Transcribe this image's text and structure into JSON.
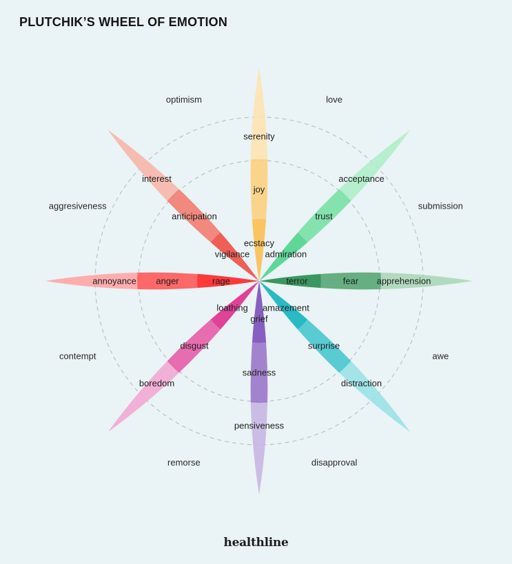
{
  "title": "PLUTCHIK’S WHEEL OF EMOTION",
  "brand": "healthline",
  "petals": [
    {
      "name": "joy",
      "angle": 0,
      "rings": [
        "ecstacy",
        "joy",
        "serenity"
      ],
      "colors": [
        "#fdbd4e",
        "#fdd07e",
        "#fee3b0"
      ]
    },
    {
      "name": "trust",
      "angle": 45,
      "rings": [
        "admiration",
        "trust",
        "acceptance"
      ],
      "colors": [
        "#4cd48a",
        "#76e0a6",
        "#aeeec9"
      ]
    },
    {
      "name": "fear",
      "angle": 90,
      "rings": [
        "terror",
        "fear",
        "apprehension"
      ],
      "colors": [
        "#218a4c",
        "#53a572",
        "#a9d7b8"
      ]
    },
    {
      "name": "surprise",
      "angle": 135,
      "rings": [
        "amazement",
        "surprise",
        "distraction"
      ],
      "colors": [
        "#0fb2bd",
        "#45c6cf",
        "#98e2e6"
      ]
    },
    {
      "name": "sadness",
      "angle": 180,
      "rings": [
        "grief",
        "sadness",
        "pensiveness"
      ],
      "colors": [
        "#7a49b9",
        "#9a73c9",
        "#c7b4e3"
      ]
    },
    {
      "name": "disgust",
      "angle": 225,
      "rings": [
        "loathing",
        "disgust",
        "boredom"
      ],
      "colors": [
        "#de2a8c",
        "#e65aa8",
        "#f2a8d2"
      ]
    },
    {
      "name": "anger",
      "angle": 270,
      "rings": [
        "rage",
        "anger",
        "annoyance"
      ],
      "colors": [
        "#ff1f1f",
        "#ff5555",
        "#ffa3a3"
      ]
    },
    {
      "name": "anticipation",
      "angle": 315,
      "rings": [
        "vigilance",
        "anticipation",
        "interest"
      ],
      "colors": [
        "#ee4b3f",
        "#f27a6e",
        "#f8b4a9"
      ]
    }
  ],
  "dyads": [
    {
      "label": "love",
      "angle": 22.5
    },
    {
      "label": "submission",
      "angle": 67.5
    },
    {
      "label": "awe",
      "angle": 112.5
    },
    {
      "label": "disapproval",
      "angle": 157.5
    },
    {
      "label": "remorse",
      "angle": 202.5
    },
    {
      "label": "contempt",
      "angle": 247.5
    },
    {
      "label": "aggresiveness",
      "angle": 292.5
    },
    {
      "label": "optimism",
      "angle": 337.5
    }
  ]
}
